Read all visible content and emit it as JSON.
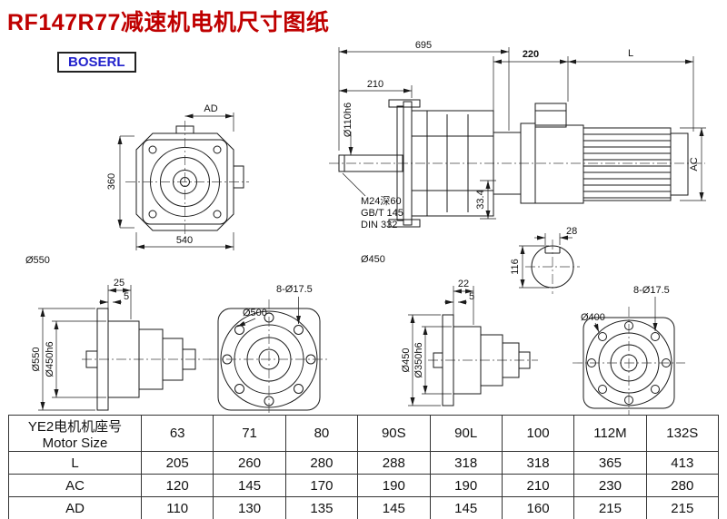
{
  "page": {
    "title": "RF147R77减速机电机尺寸图纸",
    "logo": "BOSERL"
  },
  "drawing": {
    "main_top_view": {
      "ad": "AD",
      "h360": "360",
      "w540": "540",
      "d550": "Ø550"
    },
    "section_view": {
      "len695": "695",
      "len210": "210",
      "shaft_dia": "Ø110h6",
      "tap_line1": "M24深60",
      "tap_line2": "GB/T 145",
      "tap_line3": "DIN 332",
      "dim334": "33.4",
      "d450": "Ø450"
    },
    "motor_view": {
      "len220": "220",
      "lenL": "L",
      "ac": "AC",
      "key28": "28",
      "shaft116": "116"
    },
    "flange_view_large": {
      "dim25": "25",
      "dim5": "5",
      "d550": "Ø550",
      "d450h6": "Ø450h6"
    },
    "flange_face_large": {
      "d500": "Ø500",
      "holes": "8-Ø17.5"
    },
    "flange_view_small": {
      "dim22": "22",
      "dim5": "5",
      "d450": "Ø450",
      "d350h6": "Ø350h6"
    },
    "flange_face_small": {
      "d400": "Ø400",
      "holes": "8-Ø17.5"
    }
  },
  "table": {
    "header": {
      "label_cn": "YE2电机机座号",
      "label_en": "Motor Size",
      "sizes": [
        "63",
        "71",
        "80",
        "90S",
        "90L",
        "100",
        "112M",
        "132S"
      ]
    },
    "rows": [
      {
        "label": "L",
        "values": [
          "205",
          "260",
          "280",
          "288",
          "318",
          "318",
          "365",
          "413"
        ]
      },
      {
        "label": "AC",
        "values": [
          "120",
          "145",
          "170",
          "190",
          "190",
          "210",
          "230",
          "280"
        ]
      },
      {
        "label": "AD",
        "values": [
          "110",
          "130",
          "135",
          "145",
          "145",
          "160",
          "215",
          "215"
        ]
      }
    ]
  }
}
